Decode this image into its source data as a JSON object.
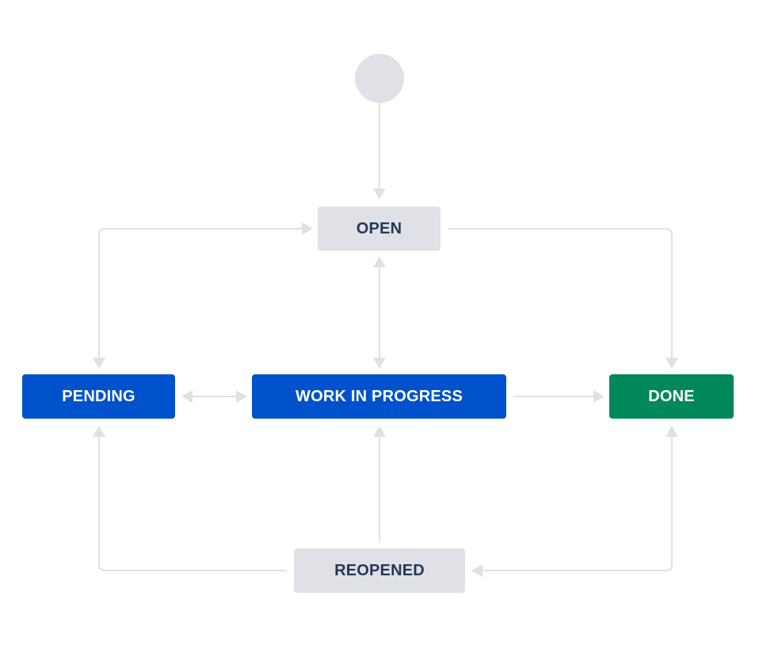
{
  "colors": {
    "connector": "#DFE1E6",
    "start_node": "#DFE1E6",
    "todo_background": "#DFE1E6",
    "todo_text": "#253858",
    "in_progress_background": "#0052CC",
    "in_progress_text": "#FFFFFF",
    "done_background": "#00875A",
    "done_text": "#FFFFFF"
  },
  "workflow": {
    "statuses": [
      {
        "id": "open",
        "label": "OPEN",
        "category": "todo"
      },
      {
        "id": "pending",
        "label": "PENDING",
        "category": "in_progress"
      },
      {
        "id": "wip",
        "label": "WORK IN PROGRESS",
        "category": "in_progress"
      },
      {
        "id": "done",
        "label": "DONE",
        "category": "done"
      },
      {
        "id": "reopened",
        "label": "REOPENED",
        "category": "todo"
      }
    ],
    "transitions": [
      {
        "from": "start",
        "to": "open",
        "direction": "one-way"
      },
      {
        "from": "open",
        "to": "pending",
        "direction": "two-way"
      },
      {
        "from": "open",
        "to": "done",
        "direction": "one-way"
      },
      {
        "from": "open",
        "to": "wip",
        "direction": "two-way"
      },
      {
        "from": "pending",
        "to": "wip",
        "direction": "two-way"
      },
      {
        "from": "wip",
        "to": "done",
        "direction": "one-way"
      },
      {
        "from": "reopened",
        "to": "pending",
        "direction": "one-way"
      },
      {
        "from": "reopened",
        "to": "wip",
        "direction": "one-way"
      },
      {
        "from": "done",
        "to": "reopened",
        "direction": "one-way"
      },
      {
        "from": "reopened",
        "to": "done",
        "direction": "one-way"
      }
    ]
  }
}
